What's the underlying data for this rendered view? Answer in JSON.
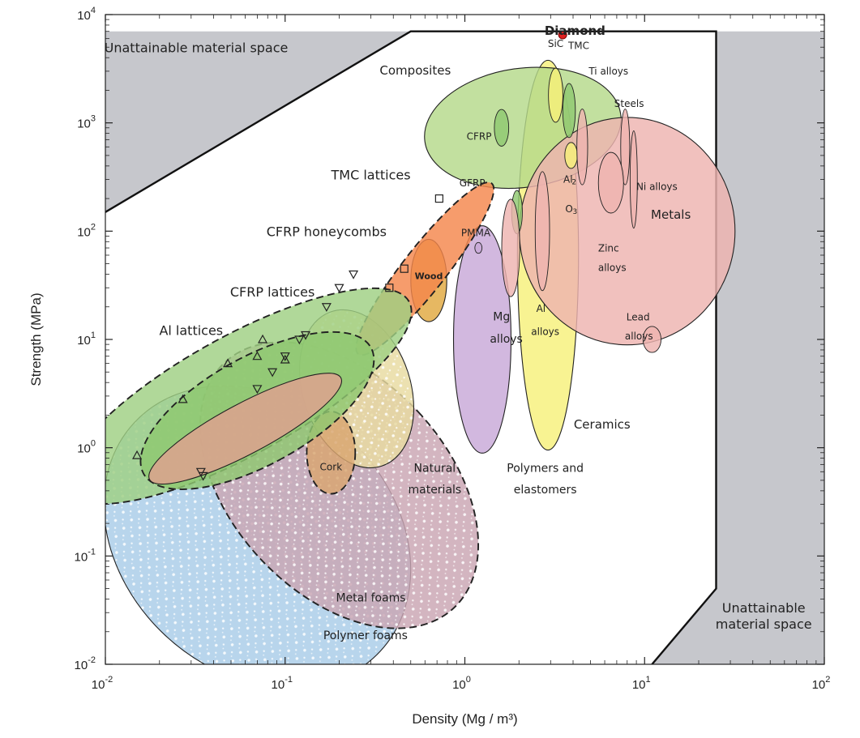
{
  "chart_data": {
    "type": "scatter",
    "title": "",
    "xlabel": "Density  (Mg / m³)",
    "ylabel": "Strength  (MPa)",
    "xscale": "log",
    "yscale": "log",
    "xlim": [
      0.01,
      100
    ],
    "ylim": [
      0.01,
      10000
    ],
    "grid": false,
    "x_ticks": [
      {
        "value": 0.01,
        "base": "10",
        "exp": "-2"
      },
      {
        "value": 0.1,
        "base": "10",
        "exp": "-1"
      },
      {
        "value": 1,
        "base": "10",
        "exp": "0"
      },
      {
        "value": 10,
        "base": "10",
        "exp": "1"
      },
      {
        "value": 100,
        "base": "10",
        "exp": "2"
      }
    ],
    "y_ticks": [
      {
        "value": 0.01,
        "base": "10",
        "exp": "-2"
      },
      {
        "value": 0.1,
        "base": "10",
        "exp": "-1"
      },
      {
        "value": 1,
        "base": "10",
        "exp": "0"
      },
      {
        "value": 10,
        "base": "10",
        "exp": "1"
      },
      {
        "value": 100,
        "base": "10",
        "exp": "2"
      },
      {
        "value": 1000,
        "base": "10",
        "exp": "3"
      },
      {
        "value": 10000,
        "base": "10",
        "exp": "4"
      }
    ],
    "unattainable_regions": [
      {
        "label": "Unattainable material space",
        "boundary": [
          [
            0.01,
            150
          ],
          [
            0.5,
            7000
          ],
          [
            4,
            7000
          ],
          [
            0.01,
            7000
          ]
        ],
        "label_at": [
          0.032,
          4500
        ]
      },
      {
        "label": "Unattainable material space",
        "boundary": [
          [
            11,
            0.01
          ],
          [
            25,
            0.05
          ],
          [
            25,
            7000
          ],
          [
            100,
            7000
          ],
          [
            100,
            0.01
          ]
        ],
        "label_at": [
          46,
          0.022
        ]
      }
    ],
    "regions": [
      {
        "name": "Polymer foams",
        "center": [
          0.07,
          0.15
        ],
        "radii_log": [
          0.75,
          1.55
        ],
        "angle": -47,
        "color": "#a8cce8",
        "pattern": "dots"
      },
      {
        "name": "Metal foams",
        "center": [
          0.2,
          0.45
        ],
        "radii_log": [
          0.6,
          1.55
        ],
        "angle": -43,
        "color": "#c9a5b2",
        "pattern": "dots",
        "dashed": true
      },
      {
        "name": "Natural materials",
        "center": [
          0.25,
          3.5
        ],
        "radii_log": [
          0.3,
          0.75
        ],
        "angle": -18,
        "color": "#e8dba0",
        "pattern": "dots"
      },
      {
        "name": "Cork",
        "center": [
          0.18,
          0.9
        ],
        "radii_log": [
          0.135,
          0.38
        ],
        "angle": 0,
        "color": "#d9a670",
        "dashed": true
      },
      {
        "name": "Polymers and elastomers",
        "center": [
          1.25,
          10
        ],
        "radii_log": [
          0.16,
          1.05
        ],
        "angle": 0,
        "color": "#c8a8d8"
      },
      {
        "name": "Ceramics",
        "center": [
          2.9,
          60
        ],
        "radii_log": [
          0.17,
          1.8
        ],
        "angle": 0,
        "color": "#f7f07a"
      },
      {
        "name": "Composites",
        "center": [
          2.1,
          900
        ],
        "radii_log": [
          0.55,
          0.55
        ],
        "angle": -8,
        "color": "#b5d98a"
      },
      {
        "name": "Metals",
        "center": [
          8,
          100
        ],
        "radii_log": [
          0.6,
          1.05
        ],
        "angle": 0,
        "color": "#eeb3b0"
      },
      {
        "name": "Wood",
        "center": [
          0.63,
          35
        ],
        "radii_log": [
          0.1,
          0.38
        ],
        "angle": 0,
        "color": "#e0a840"
      },
      {
        "name": "TMC lattices",
        "center": [
          0.6,
          45
        ],
        "radii_log": [
          0.12,
          1.0
        ],
        "angle": 38,
        "color": "#f4864c",
        "dashed": true
      },
      {
        "name": "CFRP honeycombs",
        "center": [
          0.055,
          3
        ],
        "radii_log": [
          0.33,
          1.8
        ],
        "angle": 61,
        "color": "#9fd082",
        "dashed": true
      },
      {
        "name": "CFRP lattices",
        "center": [
          0.07,
          2.2
        ],
        "radii_log": [
          0.3,
          1.2
        ],
        "angle": 61,
        "color": "#8fc870",
        "dashed": true
      },
      {
        "name": "Al lattices",
        "center": [
          0.06,
          1.5
        ],
        "radii_log": [
          0.14,
          1.0
        ],
        "angle": 62,
        "color": "#e0a090"
      }
    ],
    "sub_regions": [
      {
        "name": "CFRP",
        "center": [
          1.6,
          900
        ],
        "radii_log": [
          0.04,
          0.17
        ],
        "color": "#8fc870"
      },
      {
        "name": "GFRP",
        "center": [
          1.95,
          150
        ],
        "radii_log": [
          0.03,
          0.2
        ],
        "color": "#8fc870"
      },
      {
        "name": "SiC",
        "center": [
          3.2,
          1800
        ],
        "radii_log": [
          0.04,
          0.25
        ],
        "color": "#f7f07a"
      },
      {
        "name": "TMC",
        "center": [
          3.8,
          1300
        ],
        "radii_log": [
          0.035,
          0.25
        ],
        "color": "#8fc870"
      },
      {
        "name": "Al₂O₃",
        "center": [
          3.9,
          500
        ],
        "radii_log": [
          0.035,
          0.12
        ],
        "color": "#f7f07a"
      },
      {
        "name": "Al alloys",
        "center": [
          2.7,
          100
        ],
        "radii_log": [
          0.04,
          0.55
        ],
        "color": "#eeb3b0"
      },
      {
        "name": "Mg alloys",
        "center": [
          1.8,
          70
        ],
        "radii_log": [
          0.05,
          0.45
        ],
        "color": "#eeb3b0"
      },
      {
        "name": "Ti alloys",
        "center": [
          4.5,
          600
        ],
        "radii_log": [
          0.03,
          0.35
        ],
        "color": "#eeb3b0"
      },
      {
        "name": "Steels",
        "center": [
          7.8,
          600
        ],
        "radii_log": [
          0.025,
          0.35
        ],
        "color": "#eeb3b0"
      },
      {
        "name": "Ni alloys",
        "center": [
          8.7,
          300
        ],
        "radii_log": [
          0.02,
          0.45
        ],
        "color": "#eeb3b0"
      },
      {
        "name": "Zinc alloys",
        "center": [
          6.5,
          280
        ],
        "radii_log": [
          0.07,
          0.28
        ],
        "color": "#eeb3b0"
      },
      {
        "name": "Lead alloys",
        "center": [
          11,
          10
        ],
        "radii_log": [
          0.05,
          0.12
        ],
        "color": "#eeb3b0"
      },
      {
        "name": "PMMA",
        "center": [
          1.19,
          70
        ],
        "radii_log": [
          0.02,
          0.05
        ],
        "color": "#c8a8d8"
      }
    ],
    "points": [
      {
        "name": "Diamond",
        "x": 3.5,
        "y": 6500,
        "marker": "circle",
        "color": "#e02020"
      }
    ],
    "lattice_markers": [
      {
        "series": "CFRP lattices",
        "marker": "triangle-up",
        "points": [
          [
            0.015,
            0.85
          ],
          [
            0.027,
            2.8
          ],
          [
            0.048,
            6
          ],
          [
            0.07,
            7
          ],
          [
            0.075,
            10
          ],
          [
            0.1,
            6.5
          ]
        ]
      },
      {
        "series": "CFRP honeycombs",
        "marker": "triangle-down",
        "points": [
          [
            0.034,
            0.6
          ],
          [
            0.035,
            0.55
          ],
          [
            0.07,
            3.5
          ],
          [
            0.085,
            5
          ],
          [
            0.1,
            7
          ],
          [
            0.12,
            10
          ],
          [
            0.13,
            11
          ],
          [
            0.17,
            20
          ],
          [
            0.2,
            30
          ],
          [
            0.24,
            40
          ]
        ]
      },
      {
        "series": "TMC lattices",
        "marker": "square",
        "points": [
          [
            0.38,
            30
          ],
          [
            0.46,
            45
          ],
          [
            0.72,
            200
          ]
        ]
      }
    ],
    "labels": [
      {
        "text": "Diamond",
        "at": [
          4.1,
          6500
        ],
        "size": 15,
        "weight": "bold"
      },
      {
        "text": "Composites",
        "at": [
          0.53,
          2800
        ],
        "size": 15
      },
      {
        "text": "SiC",
        "at": [
          3.2,
          5000
        ],
        "size": 12
      },
      {
        "text": "TMC",
        "at": [
          4.3,
          4800
        ],
        "size": 12
      },
      {
        "text": "Ti alloys",
        "at": [
          6.3,
          2800
        ],
        "size": 12
      },
      {
        "text": "Steels",
        "at": [
          8.2,
          1400
        ],
        "size": 12
      },
      {
        "text": "CFRP",
        "at": [
          1.2,
          700
        ],
        "size": 12
      },
      {
        "text": "GFRP",
        "at": [
          1.1,
          260
        ],
        "size": 12
      },
      {
        "text": "Al",
        "at": [
          3.75,
          280
        ],
        "size": 12
      },
      {
        "text": "2",
        "at": [
          4.05,
          270
        ],
        "size": 9
      },
      {
        "text": "O",
        "at": [
          3.8,
          150
        ],
        "size": 12
      },
      {
        "text": "3",
        "at": [
          4.1,
          145
        ],
        "size": 9
      },
      {
        "text": "Ni alloys",
        "at": [
          11.7,
          240
        ],
        "size": 12
      },
      {
        "text": "PMMA",
        "at": [
          1.15,
          90
        ],
        "size": 12
      },
      {
        "text": "Metals",
        "at": [
          14,
          130
        ],
        "size": 15
      },
      {
        "text": "Zinc",
        "at": [
          6.3,
          65
        ],
        "size": 12
      },
      {
        "text": "alloys",
        "at": [
          6.6,
          43
        ],
        "size": 12
      },
      {
        "text": "TMC lattices",
        "at": [
          0.3,
          300
        ],
        "size": 16
      },
      {
        "text": "CFRP honeycombs",
        "at": [
          0.17,
          90
        ],
        "size": 16
      },
      {
        "text": "Wood",
        "at": [
          0.63,
          36
        ],
        "size": 11,
        "weight": "bold"
      },
      {
        "text": "Mg",
        "at": [
          1.6,
          15
        ],
        "size": 14
      },
      {
        "text": "alloys",
        "at": [
          1.7,
          9.3
        ],
        "size": 14
      },
      {
        "text": "Al",
        "at": [
          2.65,
          18
        ],
        "size": 12
      },
      {
        "text": "alloys",
        "at": [
          2.8,
          11
        ],
        "size": 12
      },
      {
        "text": "CFRP lattices",
        "at": [
          0.085,
          25
        ],
        "size": 16
      },
      {
        "text": "Lead",
        "at": [
          9.2,
          15
        ],
        "size": 12
      },
      {
        "text": "alloys",
        "at": [
          9.3,
          10
        ],
        "size": 12
      },
      {
        "text": "Al lattices",
        "at": [
          0.03,
          11
        ],
        "size": 16
      },
      {
        "text": "Ceramics",
        "at": [
          5.8,
          1.5
        ],
        "size": 15
      },
      {
        "text": "Cork",
        "at": [
          0.18,
          0.62
        ],
        "size": 12
      },
      {
        "text": "Natural",
        "at": [
          0.68,
          0.6
        ],
        "size": 14
      },
      {
        "text": "materials",
        "at": [
          0.68,
          0.38
        ],
        "size": 14
      },
      {
        "text": "Polymers and",
        "at": [
          2.8,
          0.6
        ],
        "size": 14
      },
      {
        "text": "elastomers",
        "at": [
          2.8,
          0.38
        ],
        "size": 14
      },
      {
        "text": "Metal foams",
        "at": [
          0.3,
          0.038
        ],
        "size": 14
      },
      {
        "text": "Polymer foams",
        "at": [
          0.28,
          0.017
        ],
        "size": 14
      }
    ]
  }
}
